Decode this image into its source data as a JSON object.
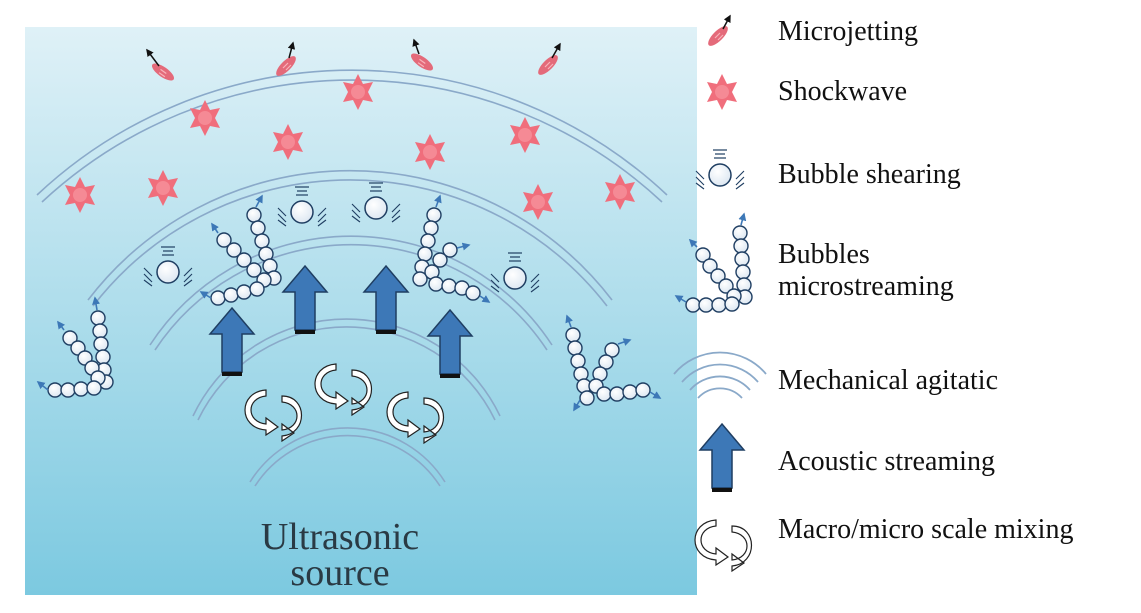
{
  "diagram": {
    "source": {
      "line1": "Ultrasonic",
      "line2": "source"
    },
    "legend": [
      {
        "id": "microjetting",
        "label": "Microjetting",
        "icon": "microjet-icon"
      },
      {
        "id": "shockwave",
        "label": "Shockwave",
        "icon": "shockwave-star-icon"
      },
      {
        "id": "bubble-shearing",
        "label": "Bubble shearing",
        "icon": "bubble-shearing-icon"
      },
      {
        "id": "bubbles-microstreaming",
        "label_line1": "Bubbles",
        "label_line2": "microstreaming",
        "icon": "bubble-chain-icon"
      },
      {
        "id": "mechanical-agitatic",
        "label": "Mechanical agitatic",
        "icon": "concentric-arcs-icon"
      },
      {
        "id": "acoustic-streaming",
        "label": "Acoustic streaming",
        "icon": "up-arrow-icon"
      },
      {
        "id": "macro-micro-mixing",
        "label": "Macro/micro scale mixing",
        "icon": "mixing-arrows-icon"
      }
    ],
    "colors": {
      "background_top": "#dff1f7",
      "background_bottom": "#7cc9e0",
      "wave_lines": "#8aa9c9",
      "shockwave_fill": "#f06e7c",
      "arrow_fill": "#3d78b7",
      "bubble_stroke": "#1f3e62",
      "jet_fill": "#e46a7a"
    }
  }
}
